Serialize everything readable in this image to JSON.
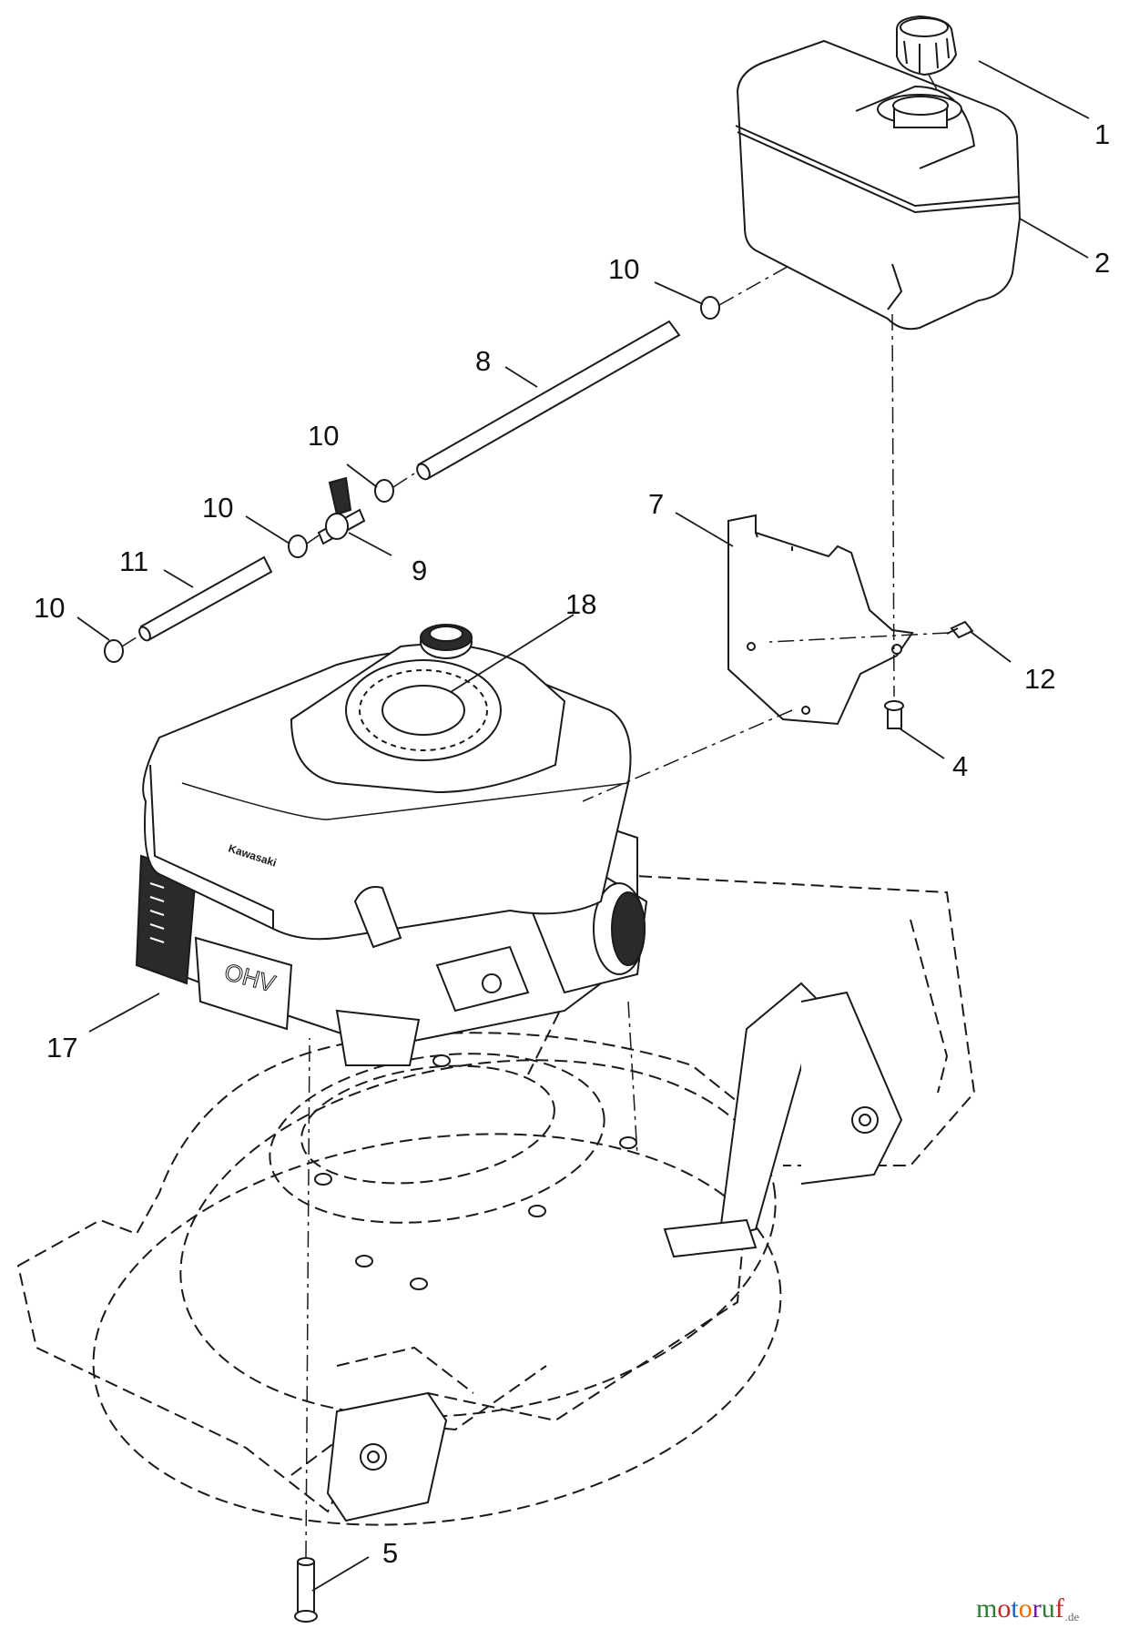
{
  "diagram": {
    "callouts": [
      {
        "id": "1",
        "label": "1"
      },
      {
        "id": "2",
        "label": "2"
      },
      {
        "id": "10a",
        "label": "10"
      },
      {
        "id": "8",
        "label": "8"
      },
      {
        "id": "10b",
        "label": "10"
      },
      {
        "id": "7",
        "label": "7"
      },
      {
        "id": "10c",
        "label": "10"
      },
      {
        "id": "9",
        "label": "9"
      },
      {
        "id": "11",
        "label": "11"
      },
      {
        "id": "18",
        "label": "18"
      },
      {
        "id": "10d",
        "label": "10"
      },
      {
        "id": "12",
        "label": "12"
      },
      {
        "id": "4",
        "label": "4"
      },
      {
        "id": "17",
        "label": "17"
      },
      {
        "id": "5",
        "label": "5"
      }
    ],
    "engine_brand_text": "Kawasaki",
    "engine_model_text": "OHV",
    "colors": {
      "line": "#1a1a1a",
      "fill": "#ffffff",
      "engine_dark": "#2a2a2a"
    }
  },
  "watermark": {
    "letters": [
      "m",
      "o",
      "t",
      "o",
      "r",
      "u",
      "f"
    ],
    "letter_colors": [
      "#2e7d32",
      "#c62828",
      "#1565c0",
      "#ef6c00",
      "#6a1b9a",
      "#2e7d32",
      "#c62828"
    ],
    "suffix": ".de"
  }
}
